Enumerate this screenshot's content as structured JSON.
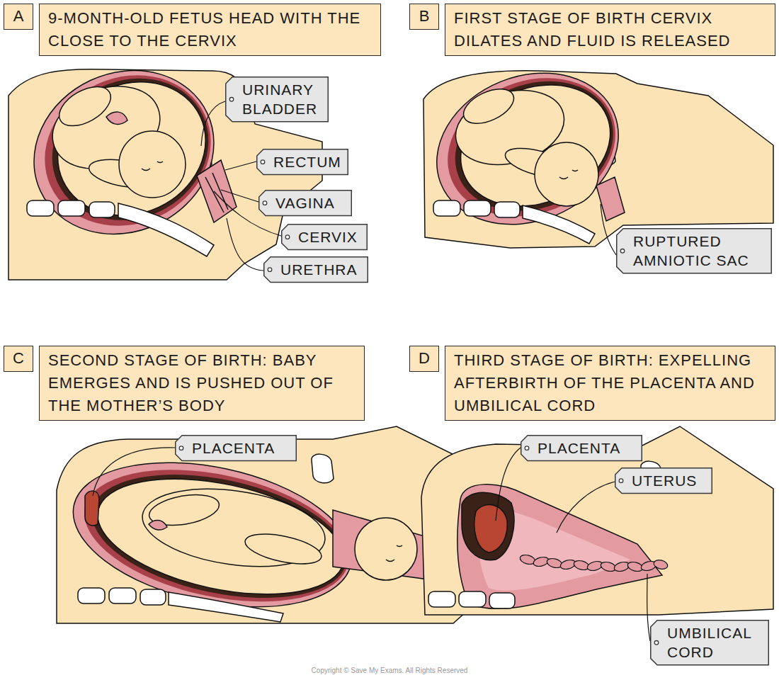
{
  "diagram": {
    "nodes": [
      {
        "text": [
          "A"
        ]
      },
      {
        "text": [
          "9-MONTH-OLD FETUS HEAD WITH THE CLOSE TO THE CERVIX"
        ]
      },
      {
        "text": [
          "URINARY BLADDER"
        ]
      },
      {
        "text": [
          "RECTUM"
        ]
      },
      {
        "text": [
          "VAGINA"
        ]
      },
      {
        "text": [
          "CERVIX"
        ]
      },
      {
        "text": [
          "URETHRA"
        ]
      },
      {
        "text": [
          "B"
        ]
      },
      {
        "text": [
          "FIRST STAGE OF BIRTH CERVIX DILATES AND FLUID IS RELEASED"
        ]
      },
      {
        "text": [
          "RUPTURED AMNIOTIC SAC"
        ]
      },
      {
        "text": [
          "C"
        ]
      },
      {
        "text": [
          "SECOND STAGE OF BIRTH: BABY EMERGES AND IS PUSHED OUT OF THE MOTHER’S BODY"
        ]
      },
      {
        "text": [
          "PLACENTA"
        ]
      },
      {
        "text": [
          "D"
        ]
      },
      {
        "text": [
          "THIRD STAGE OF BIRTH: EXPELLING AFTERBIRTH OF THE PLACENTA AND UMBILICAL CORD"
        ]
      },
      {
        "text": [
          "PLACENTA"
        ]
      },
      {
        "text": [
          "UTERUS"
        ]
      },
      {
        "text": [
          "UMBILICAL CORD"
        ]
      }
    ],
    "labels": [
      "Copyright © Save My Exams. All Rights Reserved"
    ]
  }
}
